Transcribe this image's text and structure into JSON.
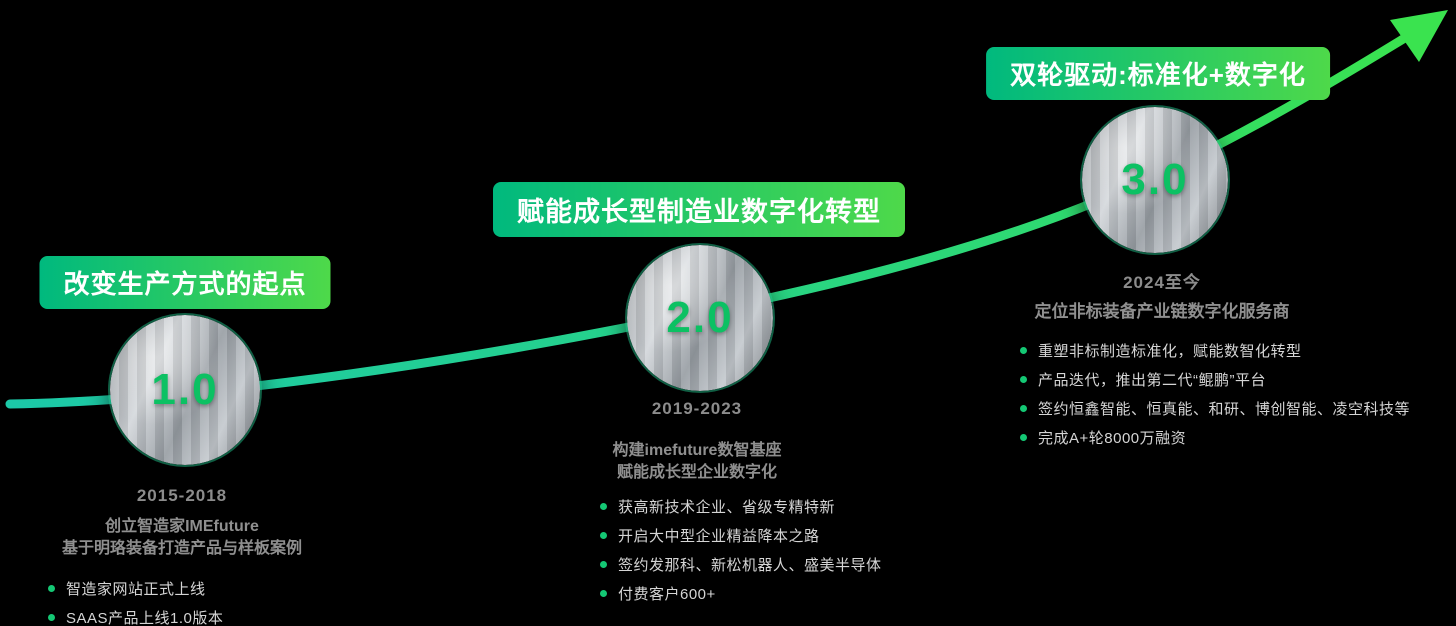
{
  "background": "#000000",
  "theme": {
    "badge_gradient_start": "#00b97e",
    "badge_gradient_end": "#4ed94a",
    "arrow_gradient_start": "#1cc9a8",
    "arrow_gradient_end": "#3ae34f",
    "number_color": "#0cc163",
    "bullet_dot_color": "#14c874",
    "date_color": "#8c8c8c",
    "title_color": "#8f8f8f",
    "bullet_text_color": "#d5d5d5",
    "badge_text_color": "#ffffff"
  },
  "milestones": [
    {
      "badge": "改变生产方式的起点",
      "number": "1.0",
      "date": "2015-2018",
      "title_lines": [
        "创立智造家IMEfuture",
        "基于明珞装备打造产品与样板案例"
      ],
      "bullets": [
        "智造家网站正式上线",
        "SAAS产品上线1.0版本"
      ]
    },
    {
      "badge": "赋能成长型制造业数字化转型",
      "number": "2.0",
      "date": "2019-2023",
      "title_lines": [
        "构建imefuture数智基座",
        "赋能成长型企业数字化"
      ],
      "bullets": [
        "获高新技术企业、省级专精特新",
        "开启大中型企业精益降本之路",
        "签约发那科、新松机器人、盛美半导体",
        "付费客户600+"
      ]
    },
    {
      "badge": "双轮驱动:标准化+数字化",
      "number": "3.0",
      "date": "2024至今",
      "title_lines": [
        "定位非标装备产业链数字化服务商"
      ],
      "bullets": [
        "重塑非标制造标准化，赋能数智化转型",
        "产品迭代，推出第二代“鲲鹏”平台",
        "签约恒鑫智能、恒真能、和研、博创智能、凌空科技等",
        "完成A+轮8000万融资"
      ]
    }
  ]
}
